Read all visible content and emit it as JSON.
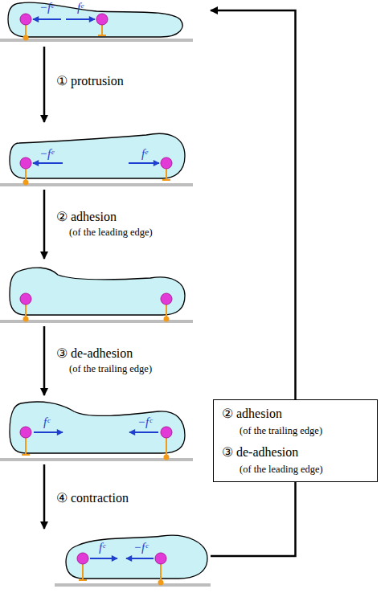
{
  "diagram": {
    "nodes": [
      {
        "text": [
          "−fᵉ",
          "fᵉ"
        ]
      },
      {
        "text": [
          "−fᵉ",
          "fᵉ"
        ]
      },
      {
        "text": []
      },
      {
        "text": [
          "fᶜ",
          "−fᶜ"
        ]
      },
      {
        "text": [
          "fᶜ",
          "−fᶜ"
        ]
      },
      {
        "text": [
          "② adhesion",
          "(of the trailing edge)",
          "③ de-adhesion",
          "(of the leading edge)"
        ]
      }
    ],
    "edges": [
      {
        "from": 0,
        "to": 1,
        "arrow": "to",
        "label": "① protrusion"
      },
      {
        "from": 1,
        "to": 2,
        "arrow": "to",
        "label": "② adhesion"
      },
      {
        "from": 2,
        "to": 3,
        "arrow": "to",
        "label": "③ de-adhesion"
      },
      {
        "from": 3,
        "to": 4,
        "arrow": "to",
        "label": "④ contraction"
      },
      {
        "from": 4,
        "to": 5,
        "arrow": "none"
      },
      {
        "from": 5,
        "to": 0,
        "arrow": "to"
      }
    ],
    "labels": [
      "(of the leading edge)",
      "(of the trailing edge)"
    ]
  }
}
